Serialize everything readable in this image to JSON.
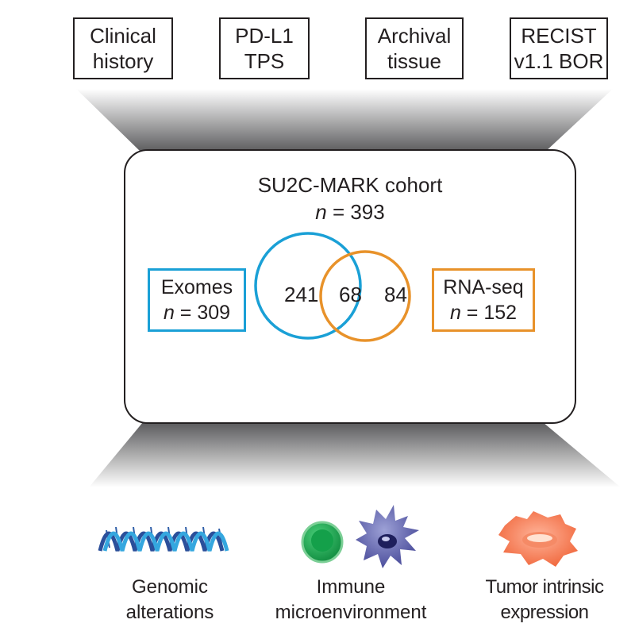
{
  "inputs": [
    {
      "line1": "Clinical",
      "line2": "history"
    },
    {
      "line1": "PD-L1",
      "line2": "TPS"
    },
    {
      "line1": "Archival",
      "line2": "tissue"
    },
    {
      "line1": "RECIST",
      "line2": "v1.1 BOR"
    }
  ],
  "cohort": {
    "title": "SU2C-MARK cohort",
    "n_symbol": "n",
    "n_value": " = 393"
  },
  "exomes": {
    "label": "Exomes",
    "n_symbol": "n",
    "n_value": " = 309",
    "color": "#1aa0d6"
  },
  "rnaseq": {
    "label": "RNA-seq",
    "n_symbol": "n",
    "n_value": " = 152",
    "color": "#e8922a"
  },
  "venn": {
    "exomes_only": "241",
    "overlap": "68",
    "rnaseq_only": "84"
  },
  "outputs": [
    {
      "line1": "Genomic",
      "line2": "alterations",
      "icon": "dna-helix-icon"
    },
    {
      "line1": "Immune",
      "line2": "microenvironment",
      "icon": "immune-cells-icon"
    },
    {
      "line1": "Tumor intrinsic",
      "line2": "expression",
      "icon": "tumor-cell-icon"
    }
  ]
}
